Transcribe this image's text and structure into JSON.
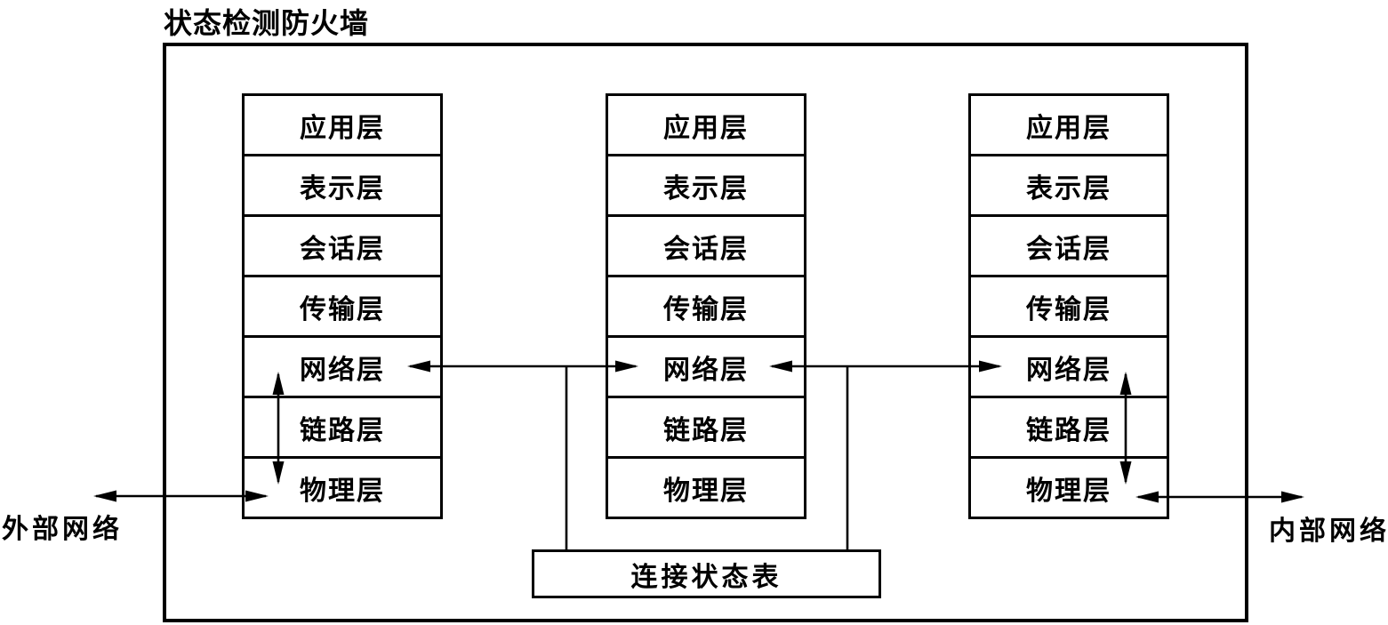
{
  "title": "状态检测防火墙",
  "stacks": [
    {
      "name": "external-side-stack",
      "layers": [
        "应用层",
        "表示层",
        "会话层",
        "传输层",
        "网络层",
        "链路层",
        "物理层"
      ]
    },
    {
      "name": "middle-stack",
      "layers": [
        "应用层",
        "表示层",
        "会话层",
        "传输层",
        "网络层",
        "链路层",
        "物理层"
      ]
    },
    {
      "name": "internal-side-stack",
      "layers": [
        "应用层",
        "表示层",
        "会话层",
        "传输层",
        "网络层",
        "链路层",
        "物理层"
      ]
    }
  ],
  "state_table": {
    "label": "连接状态表"
  },
  "labels": {
    "external_network": "外部网络",
    "internal_network": "内部网络"
  },
  "icons": {
    "network_layer_links": "double-headed-arrow",
    "intra_stack_links": "double-headed-vertical-arrow",
    "state_table_connectors": "plain-line"
  },
  "colors": {
    "line": "#000000",
    "background": "#ffffff",
    "text": "#000000"
  }
}
